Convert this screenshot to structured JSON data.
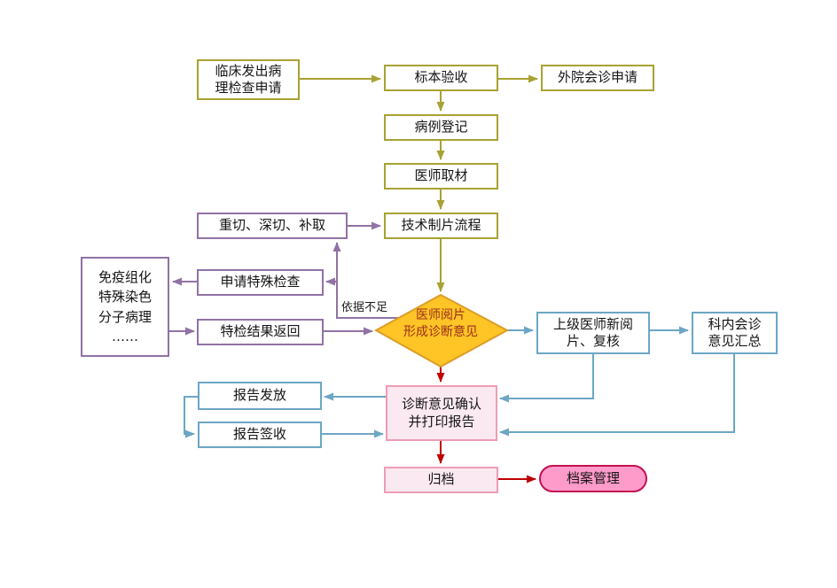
{
  "palette": {
    "olive": "#A8A232",
    "purple": "#9172A5",
    "blue": "#6CA6C4",
    "red": "#C00000",
    "diamond_fill": "#FFC425",
    "diamond_border": "#DB9D28",
    "diamond_text": "#9C2E1E",
    "pink_fill": "#FBE9F2",
    "pink_border": "#EE9CB4",
    "stadium_fill": "#FF9BCB",
    "stadium_border": "#C4104E"
  },
  "nodes": {
    "clinical_request": {
      "label": "临床发出病\n理检查申请"
    },
    "specimen_check": {
      "label": "标本验收"
    },
    "external_consult": {
      "label": "外院会诊申请"
    },
    "case_register": {
      "label": "病例登记"
    },
    "physician_sampling": {
      "label": "医师取材"
    },
    "slide_process": {
      "label": "技术制片流程"
    },
    "recut": {
      "label": "重切、深切、补取"
    },
    "special_request": {
      "label": "申请特殊检查"
    },
    "special_return": {
      "label": "特检结果返回"
    },
    "special_tests": {
      "label": "免疫组化\n特殊染色\n分子病理\n……"
    },
    "diagnosis_diamond": {
      "label": "医师阅片\n形成诊断意见"
    },
    "senior_review": {
      "label": "上级医师新阅\n片、复核"
    },
    "dept_consult": {
      "label": "科内会诊\n意见汇总"
    },
    "confirm_print": {
      "label": "诊断意见确认\n并打印报告"
    },
    "report_issue": {
      "label": "报告发放"
    },
    "report_sign": {
      "label": "报告签收"
    },
    "archive": {
      "label": "归档"
    },
    "archive_mgmt": {
      "label": "档案管理"
    }
  },
  "edge_labels": {
    "insufficient_basis": "依据不足"
  }
}
